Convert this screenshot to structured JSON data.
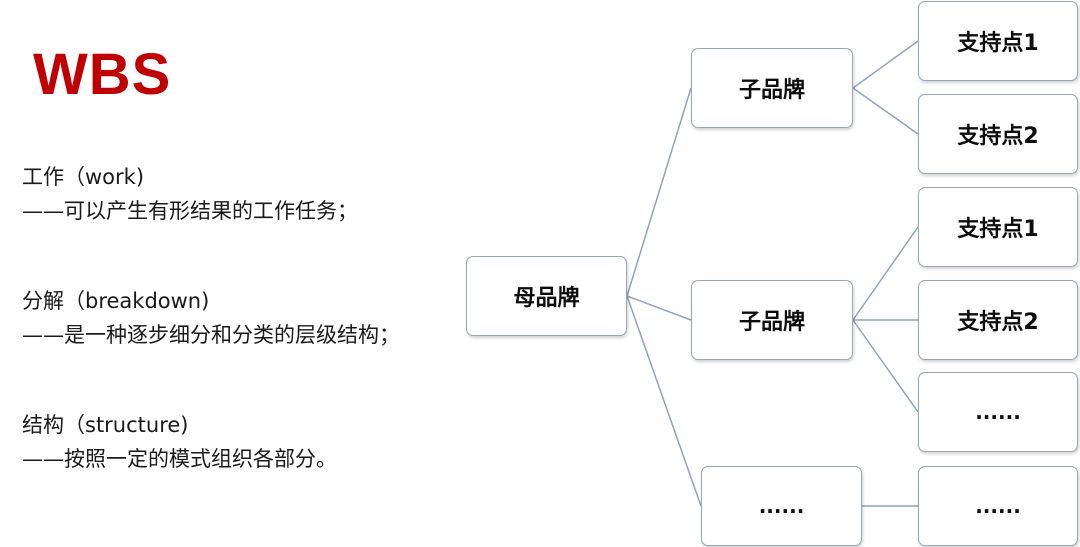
{
  "title": "WBS",
  "definitions": [
    {
      "term": "工作（work)",
      "desc": "——可以产生有形结果的工作任务；"
    },
    {
      "term": "分解（breakdown)",
      "desc": "——是一种逐步细分和分类的层级结构；"
    },
    {
      "term": "结构（structure)",
      "desc": "——按照一定的模式组织各部分。"
    }
  ],
  "tree": {
    "root": "母品牌",
    "children": [
      {
        "label": "子品牌",
        "children": [
          "支持点1",
          "支持点2"
        ]
      },
      {
        "label": "子品牌",
        "children": [
          "支持点1",
          "支持点2",
          "......"
        ]
      },
      {
        "label": "......",
        "children": [
          "......"
        ]
      }
    ]
  },
  "colors": {
    "title": "#c00000",
    "line": "#8fa3bf",
    "node_border": "#9aa7b8"
  }
}
